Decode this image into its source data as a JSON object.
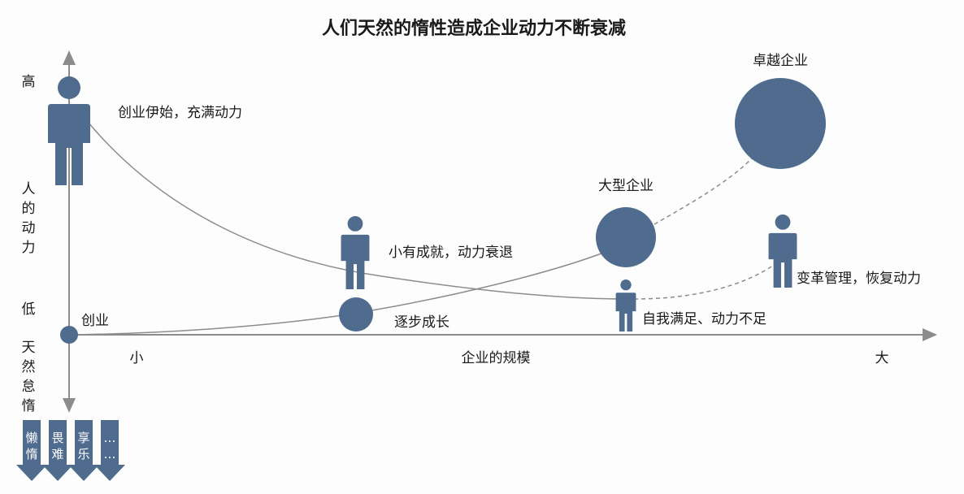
{
  "title": "人们天然的惰性造成企业动力不断衰减",
  "colors": {
    "accent": "#4f6b8e",
    "axis": "#8c8c8c"
  },
  "y_axis": {
    "high": "高",
    "label": [
      "人",
      "的",
      "动",
      "力"
    ],
    "low": "低",
    "bottom_label": [
      "天",
      "然",
      "怠",
      "惰"
    ]
  },
  "x_axis": {
    "small": "小",
    "label": "企业的规模",
    "large": "大"
  },
  "origin_label": "创业",
  "stages": {
    "start": "创业伊始，充满动力",
    "decline": "小有成就，动力衰退",
    "growth": "逐步成长",
    "large_company": "大型企业",
    "complacent": "自我满足、动力不足",
    "excellent_company": "卓越企业",
    "reform": "变革管理，恢复动力"
  },
  "inertia_arrows": [
    {
      "line1": "懒",
      "line2": "惰"
    },
    {
      "line1": "畏",
      "line2": "难"
    },
    {
      "line1": "享",
      "line2": "乐"
    },
    {
      "line1": "…",
      "line2": "…"
    }
  ]
}
